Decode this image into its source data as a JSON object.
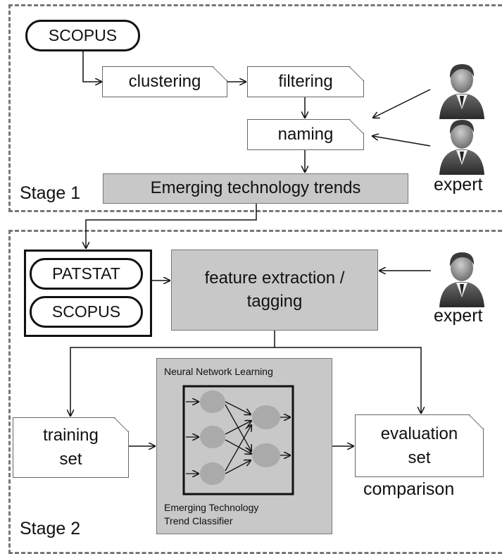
{
  "stage1": {
    "label": "Stage 1",
    "scopus": "SCOPUS",
    "clustering": "clustering",
    "filtering": "filtering",
    "naming": "naming",
    "trends": "Emerging technology trends",
    "expert": "expert"
  },
  "stage2": {
    "label": "Stage 2",
    "patstat": "PATSTAT",
    "scopus": "SCOPUS",
    "feature_line1": "feature extraction /",
    "feature_line2": "tagging",
    "expert": "expert",
    "training_line1": "training",
    "training_line2": "set",
    "nn_title": "Neural Network Learning",
    "classifier_line1": "Emerging Technology",
    "classifier_line2": "Trend Classifier",
    "evaluation_line1": "evaluation",
    "evaluation_line2": "set",
    "comparison": "comparison"
  },
  "colors": {
    "process_fill": "#c8c8c8",
    "node_fill": "#aaaaaa",
    "border": "#777777"
  }
}
